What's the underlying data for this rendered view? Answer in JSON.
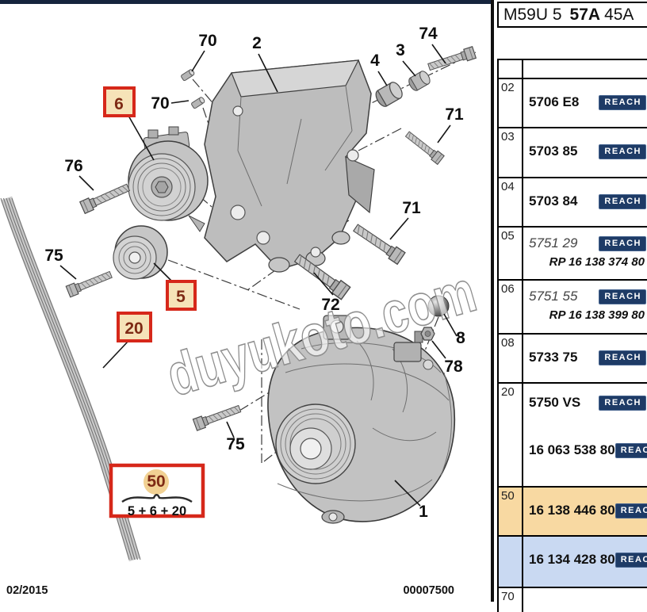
{
  "header": {
    "code_part1": "M59U 5",
    "code_bold": "57A",
    "code_part2": "45A"
  },
  "watermark": "duyukoto.com",
  "footer": {
    "date": "02/2015",
    "doc_number": "00007500"
  },
  "diagram": {
    "callouts": {
      "c1": "1",
      "c2": "2",
      "c3": "3",
      "c4": "4",
      "c8": "8",
      "c70": "70",
      "c71": "71",
      "c72": "72",
      "c74": "74",
      "c75": "75",
      "c76": "76",
      "c78": "78"
    },
    "boxed": {
      "b5": "5",
      "b6": "6",
      "b20": "20"
    },
    "formula": {
      "result": "50",
      "expression": "5 + 6 + 20"
    }
  },
  "parts_table": {
    "reach_label": "REACH",
    "rows": [
      {
        "ref": "02",
        "part": "5706 E8"
      },
      {
        "ref": "03",
        "part": "5703 85"
      },
      {
        "ref": "04",
        "part": "5703 84"
      },
      {
        "ref": "05",
        "part": "5751 29",
        "note": "RP 16 138 374 80"
      },
      {
        "ref": "06",
        "part": "5751 55",
        "note": "RP 16 138 399 80"
      },
      {
        "ref": "08",
        "part": "5733 75"
      },
      {
        "ref": "20",
        "part": "5750 VS",
        "part2": "16 063 538 80"
      },
      {
        "ref": "50",
        "part": "16 138 446 80"
      },
      {
        "ref": "",
        "part": "16 134 428 80"
      },
      {
        "ref": "70"
      }
    ]
  },
  "colors": {
    "accent_red": "#d6281a",
    "highlight_orange": "#f8d9a2",
    "highlight_blue": "#c9d9f2",
    "reach_navy": "#1e3b66",
    "topbar_navy": "#16243d",
    "label_tan": "#f6e3b8"
  }
}
